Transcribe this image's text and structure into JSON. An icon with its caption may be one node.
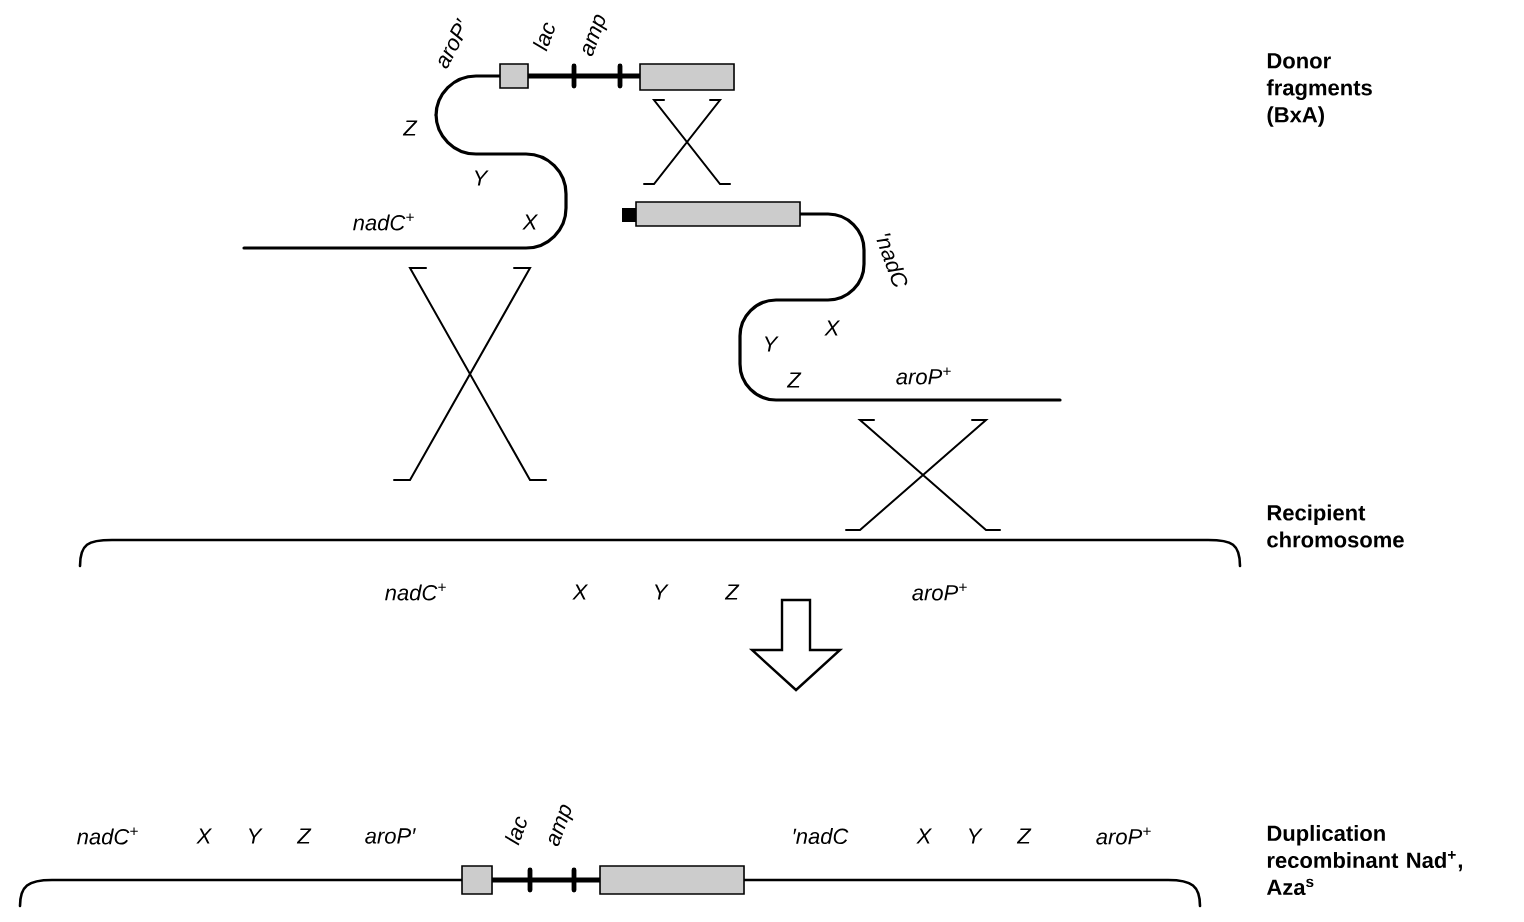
{
  "diagram": {
    "labels": [
      "aroP′",
      "lac",
      "amp",
      "Z",
      "Y",
      "nadC$^{+}$",
      "X",
      "′nadC",
      "Y",
      "X",
      "Z",
      "aroP$^{+}$",
      "Donor fragments (BxA)",
      "nadC$^{+}$",
      "X",
      "Y",
      "Z",
      "aroP$^{+}$",
      "Recipient chromosome",
      "nadC$^{+}$",
      "X",
      "Y",
      "Z",
      "aroP′",
      "lac",
      "amp",
      "′nadC",
      "X",
      "Y",
      "Z",
      "aroP$^{+}$",
      "Duplication recombinant Nad$^{+}$, Aza$^{s}$"
    ]
  }
}
